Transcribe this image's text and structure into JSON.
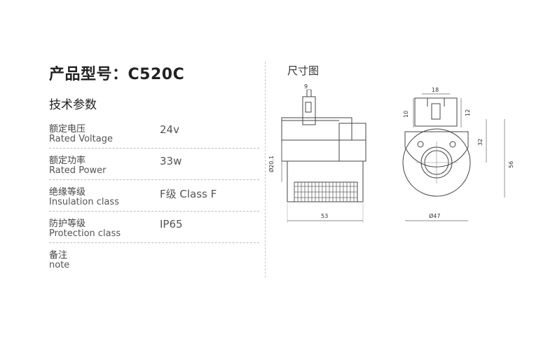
{
  "title": "产品型号：C520C",
  "section_title": "技术参数",
  "specs": [
    {
      "cn": "额定电压",
      "en": "Rated Voltage",
      "value": "24v"
    },
    {
      "cn": "额定功率",
      "en": "Rated Power",
      "value": "33w"
    },
    {
      "cn": "绝缘等级",
      "en": "Insulation class",
      "value": "F级 Class F"
    },
    {
      "cn": "防护等级",
      "en": "Protection class",
      "value": "IP65"
    },
    {
      "cn": "备注",
      "en": "note",
      "value": ""
    }
  ],
  "dimensions": {
    "title": "尺寸图",
    "side": {
      "top": "9",
      "dia": "Ø20.1",
      "width": "53"
    },
    "front": {
      "top": "18",
      "left": "10",
      "right": "12",
      "mid": "32",
      "height": "56",
      "dia": "Ø47"
    }
  }
}
